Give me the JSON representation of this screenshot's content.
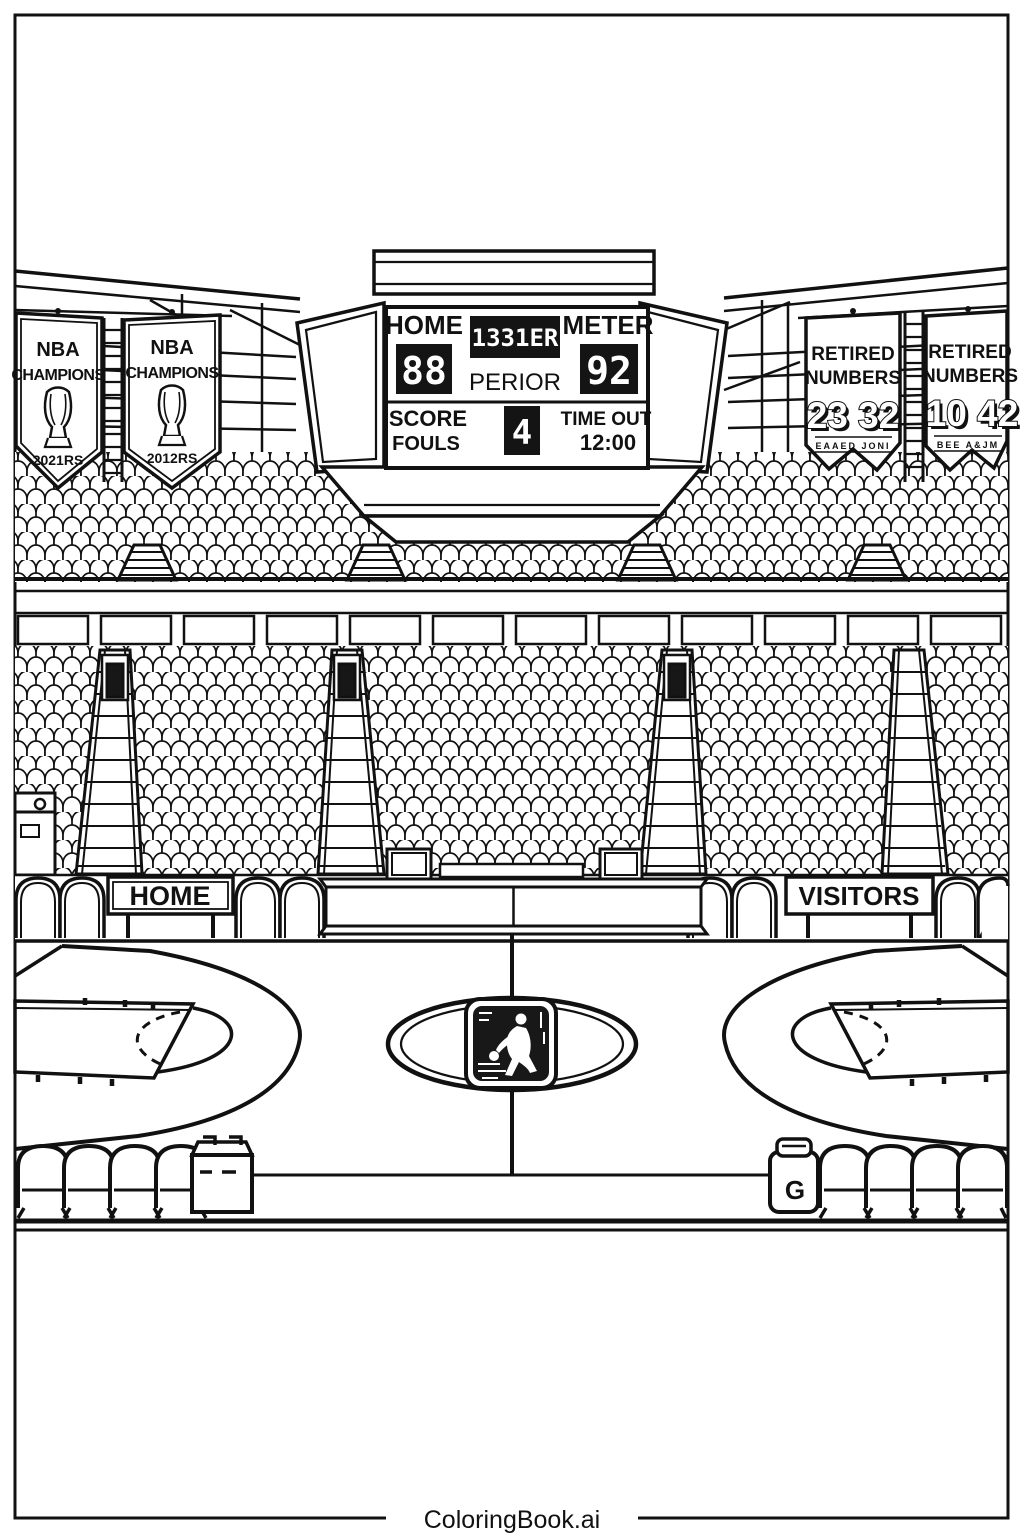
{
  "title": "Basketball Arena Coloring Page",
  "colors": {
    "line": "#111111",
    "paper": "#ffffff",
    "display_bg": "#141414",
    "display_text": "#ffffff"
  },
  "scoreboard": {
    "home_label": "HOME",
    "home_score": "88",
    "marquee": "1331ER",
    "period_label": "PERIOR",
    "visitor_label": "METER",
    "visitor_score": "92",
    "score_label": "SCORE",
    "fouls_label": "FOULS",
    "period_value": "4",
    "timeout_label": "TIME OUT",
    "game_clock": "12:00"
  },
  "banners": {
    "champions": [
      {
        "org": "NBA",
        "title": "CHAMPIONS",
        "year": "2021RS"
      },
      {
        "org": "NBA",
        "title": "CHAMPIONS",
        "year": "2012RS"
      }
    ],
    "retired": [
      {
        "line1": "RETIRED",
        "line2": "NUMBERS",
        "numbers": "23 32",
        "names": "EAAED JONI"
      },
      {
        "line1": "RETIRED",
        "line2": "NUMBERS",
        "numbers": "10 42",
        "names": "BEE A&JM"
      }
    ]
  },
  "benches": {
    "home": "HOME",
    "visitors": "VISITORS"
  },
  "cooler": {
    "letter": "G"
  },
  "footer": {
    "watermark": "ColoringBook.ai"
  }
}
